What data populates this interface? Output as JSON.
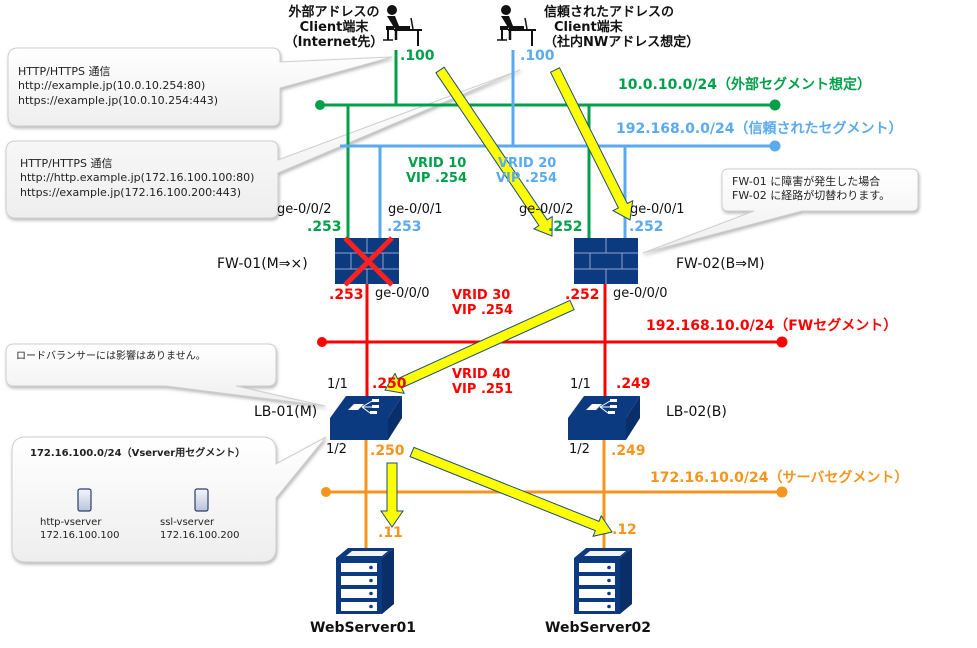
{
  "clients": {
    "external": {
      "title_line1": "外部アドレスの",
      "title_line2": "Client端末",
      "title_line3": "（Internet先）",
      "ip": ".100"
    },
    "trusted": {
      "title_line1": "信頼されたアドレスの",
      "title_line2": "Client端末",
      "title_line3": "（社内NWアドレス想定）",
      "ip": ".100"
    }
  },
  "segments": {
    "external": "10.0.10.0/24（外部セグメント想定）",
    "trusted": "192.168.0.0/24（信頼されたセグメント）",
    "fw": "192.168.10.0/24（FWセグメント）",
    "server": "172.16.10.0/24（サーバセグメント）"
  },
  "vrrp": {
    "vrid10": {
      "line1": "VRID 10",
      "line2": "VIP .254"
    },
    "vrid20": {
      "line1": "VRID 20",
      "line2": "VIP .254"
    },
    "vrid30": {
      "line1": "VRID 30",
      "line2": "VIP .254"
    },
    "vrid40": {
      "line1": "VRID 40",
      "line2": "VIP .251"
    }
  },
  "fw01": {
    "label": "FW-01(M⇒×)",
    "if_ext": "ge-0/0/2",
    "ip_ext": ".253",
    "if_trust": "ge-0/0/1",
    "ip_trust": ".253",
    "if_in": "ge-0/0/0",
    "ip_in": ".253",
    "status": "failed"
  },
  "fw02": {
    "label": "FW-02(B⇒M)",
    "if_ext": "ge-0/0/2",
    "ip_ext": ".252",
    "if_trust": "ge-0/0/1",
    "ip_trust": ".252",
    "if_in": "ge-0/0/0",
    "ip_in": ".252"
  },
  "lb01": {
    "label": "LB-01(M)",
    "port_up": "1/1",
    "ip_up": ".250",
    "port_down": "1/2",
    "ip_down": ".250"
  },
  "lb02": {
    "label": "LB-02(B)",
    "port_up": "1/1",
    "ip_up": ".249",
    "port_down": "1/2",
    "ip_down": ".249"
  },
  "servers": [
    {
      "name": "WebServer01",
      "ip": ".11"
    },
    {
      "name": "WebServer02",
      "ip": ".12"
    }
  ],
  "callouts": {
    "external_http": {
      "line1": "HTTP/HTTPS 通信",
      "line2": "http://example.jp(10.0.10.254:80)",
      "line3": "https://example.jp(10.0.10.254:443)"
    },
    "trusted_http": {
      "line1": "HTTP/HTTPS 通信",
      "line2": "http://http.example.jp(172.16.100.100:80)",
      "line3": "https://example.jp(172.16.100.200:443)"
    },
    "failover": {
      "line1": "FW-01 に障害が発生した場合",
      "line2": "FW-02 に経路が切替わります。"
    },
    "lb_note": {
      "line1": "ロードバランサーには影響はありません。"
    },
    "vserver": {
      "title": "172.16.100.0/24（Vserver用セグメント）",
      "items": [
        {
          "name": "http-vserver",
          "ip": "172.16.100.100"
        },
        {
          "name": "ssl-vserver",
          "ip": "172.16.100.200"
        }
      ]
    }
  },
  "colors": {
    "external": "#00a04a",
    "trusted": "#5aaaf0",
    "fw": "#ff0000",
    "server": "#f7941d",
    "device": "#0c3a80",
    "arrow": "#ffff00"
  }
}
